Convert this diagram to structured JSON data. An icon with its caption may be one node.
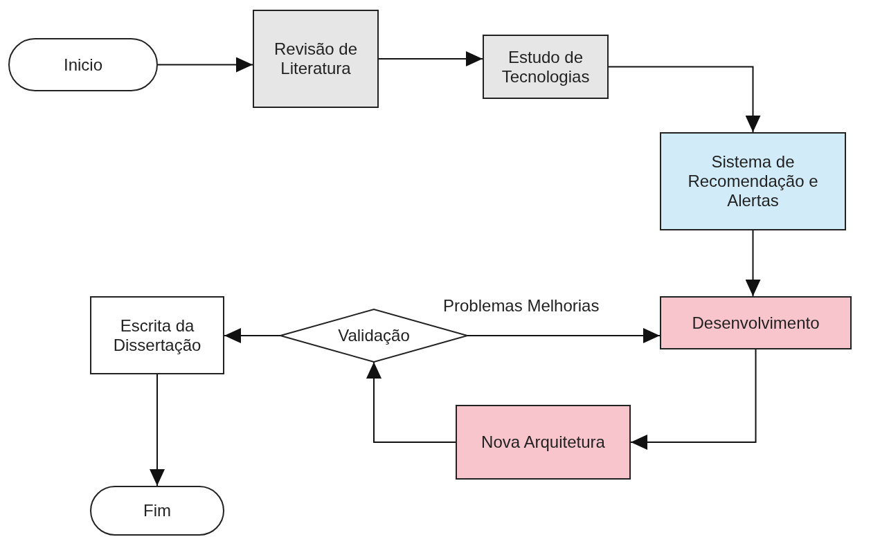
{
  "diagram": {
    "nodes": [
      {
        "text": [
          "Inicio"
        ]
      },
      {
        "text": [
          "Revisão de Literatura"
        ]
      },
      {
        "text": [
          "Estudo de Tecnologias"
        ]
      },
      {
        "text": [
          "Sistema de Recomendação e Alertas"
        ]
      },
      {
        "text": [
          "Desenvolvimento"
        ]
      },
      {
        "text": [
          "Validação"
        ]
      },
      {
        "text": [
          "Escrita da Dissertação"
        ]
      },
      {
        "text": [
          "Nova Arquitetura"
        ]
      },
      {
        "text": [
          "Fim"
        ]
      }
    ],
    "edges": [
      {
        "from": 0,
        "to": 1,
        "arrow": "to"
      },
      {
        "from": 1,
        "to": 2,
        "arrow": "to"
      },
      {
        "from": 2,
        "to": 3,
        "arrow": "to"
      },
      {
        "from": 3,
        "to": 4,
        "arrow": "to"
      },
      {
        "from": 5,
        "to": 4,
        "arrow": "to",
        "label": "Problemas Melhorias"
      },
      {
        "from": 5,
        "to": 6,
        "arrow": "to"
      },
      {
        "from": 4,
        "to": 7,
        "arrow": "to"
      },
      {
        "from": 7,
        "to": 5,
        "arrow": "to"
      },
      {
        "from": 6,
        "to": 8,
        "arrow": "to"
      }
    ]
  }
}
